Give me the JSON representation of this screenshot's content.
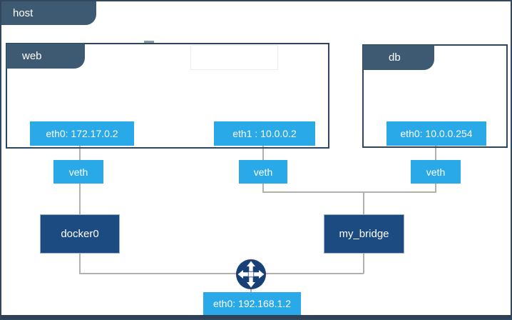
{
  "host": {
    "label": "host"
  },
  "containers": [
    {
      "id": "web",
      "label": "web",
      "interfaces": [
        {
          "label": "eth0: 172.17.0.2"
        },
        {
          "label": "eth1 : 10.0.0.2"
        }
      ]
    },
    {
      "id": "db",
      "label": "db",
      "interfaces": [
        {
          "label": "eth0: 10.0.0.254"
        }
      ]
    }
  ],
  "veths": [
    {
      "label": "veth"
    },
    {
      "label": "veth"
    },
    {
      "label": "veth"
    }
  ],
  "bridges": [
    {
      "label": "docker0"
    },
    {
      "label": "my_bridge"
    }
  ],
  "host_interface": {
    "label": "eth0: 192.168.1.2"
  },
  "icons": {
    "router": "router-icon (4-way arrows in circle)"
  },
  "colors": {
    "tab": "#3e5a72",
    "box_border": "#2b4660",
    "outer_border": "#33475c",
    "bottom_bar": "#2e4156",
    "interface_blue": "#29a9e8",
    "bridge_blue": "#1c4b82",
    "router_blue": "#174077",
    "connector_gray": "#b0b0b0",
    "text": "#ffffff"
  }
}
